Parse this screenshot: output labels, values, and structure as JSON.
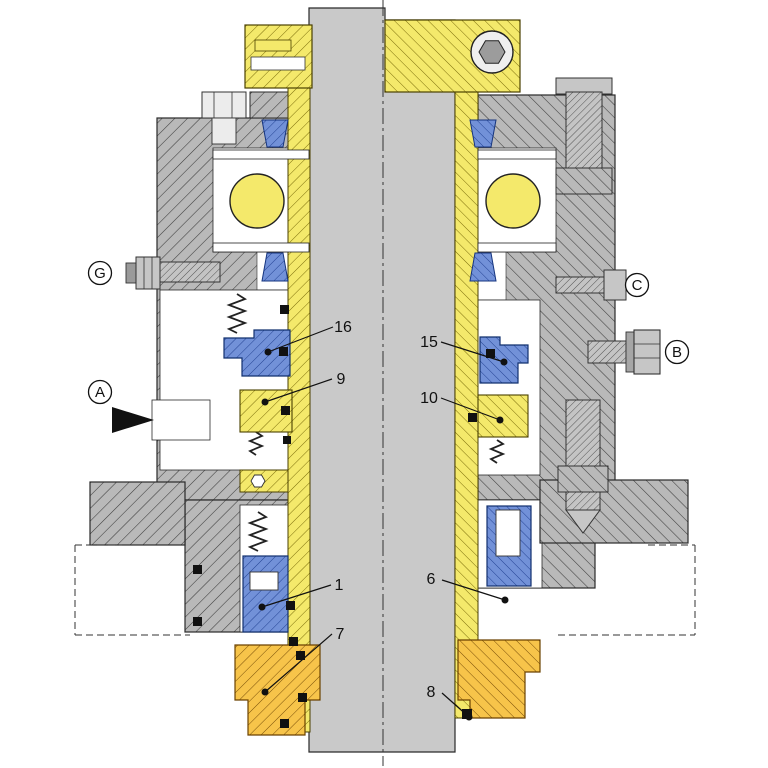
{
  "colors": {
    "background": "#ffffff",
    "housing_gray": "#b9b9b9",
    "shaft_gray": "#c9c9c9",
    "sleeve_yellow": "#f4e96b",
    "gland_orange": "#f7c44a",
    "seal_blue": "#7291d8",
    "outline": "#2a2a2a"
  },
  "callout_letters": {
    "G": "G",
    "A": "A",
    "C": "C",
    "B": "B"
  },
  "part_numbers": {
    "n16": "16",
    "n15": "15",
    "n9": "9",
    "n10": "10",
    "n1": "1",
    "n6": "6",
    "n7": "7",
    "n8": "8"
  }
}
